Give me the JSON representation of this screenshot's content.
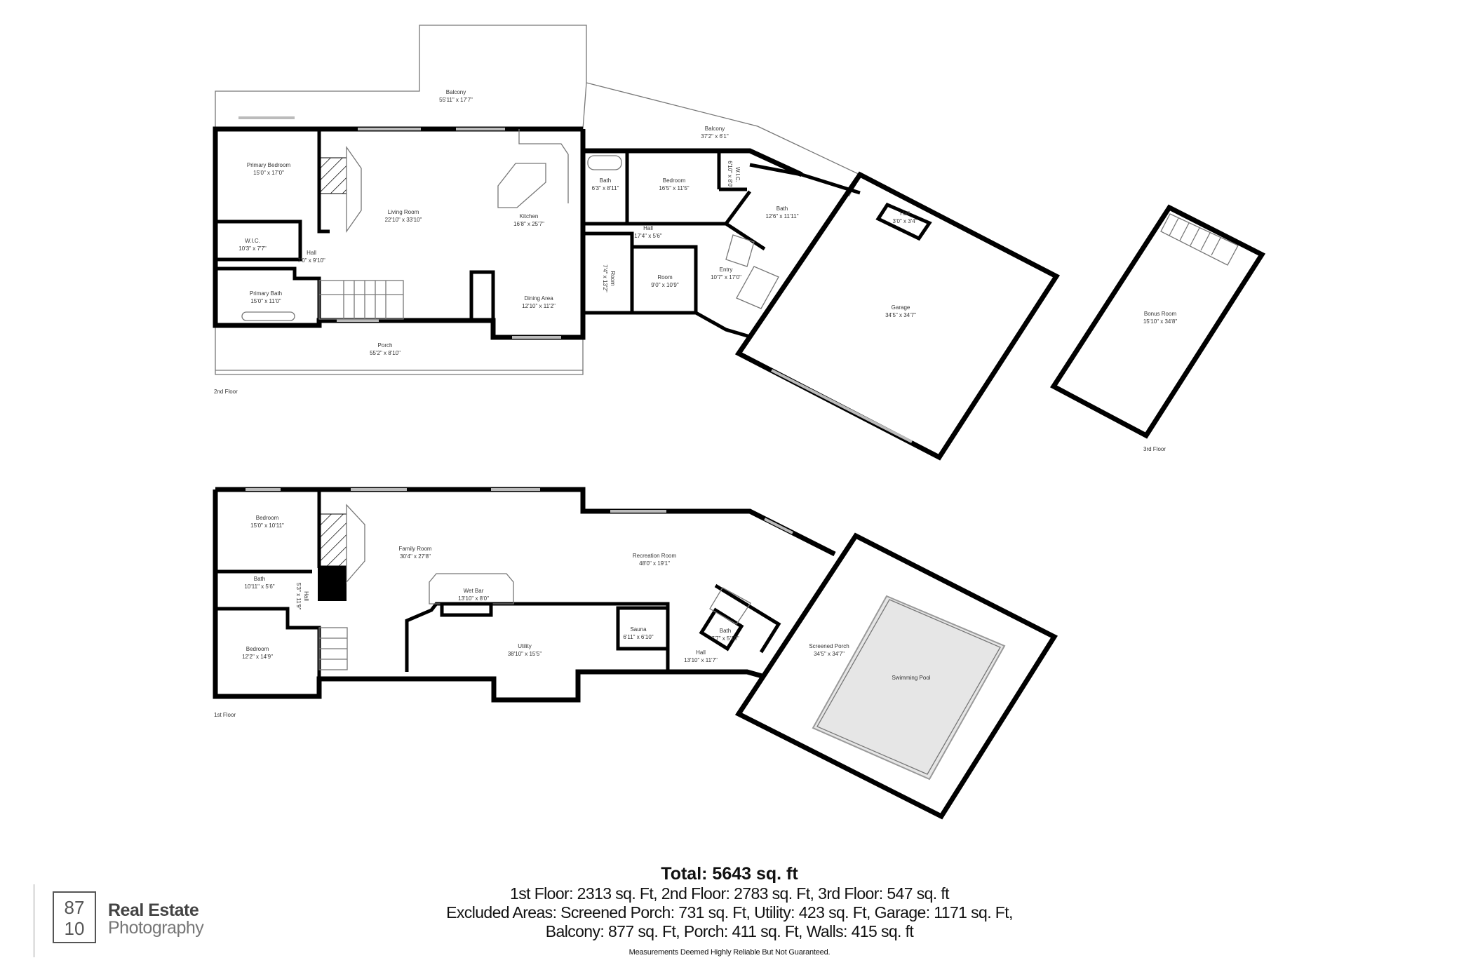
{
  "floors": {
    "second": {
      "label": "2nd Floor",
      "rooms": [
        {
          "name": "Balcony",
          "dims": "55'11\" x 17'7\""
        },
        {
          "name": "Balcony",
          "dims": "37'2\" x 6'1\""
        },
        {
          "name": "Primary Bedroom",
          "dims": "15'0\" x 17'0\""
        },
        {
          "name": "Living Room",
          "dims": "22'10\" x 33'10\""
        },
        {
          "name": "Kitchen",
          "dims": "16'8\" x 25'7\""
        },
        {
          "name": "Bath",
          "dims": "6'3\" x 8'11\""
        },
        {
          "name": "Bedroom",
          "dims": "16'5\" x 11'5\""
        },
        {
          "name": "W.I.C.",
          "dims": "6'10\" x 8'0\""
        },
        {
          "name": "Bath",
          "dims": "12'6\" x 11'11\""
        },
        {
          "name": "Hall",
          "dims": "3'0\" x 3'4\""
        },
        {
          "name": "Hall",
          "dims": "17'4\" x 5'6\""
        },
        {
          "name": "Room",
          "dims": "7'4\" x 13'2\""
        },
        {
          "name": "Room",
          "dims": "9'0\" x 10'9\""
        },
        {
          "name": "Entry",
          "dims": "10'7\" x 17'0\""
        },
        {
          "name": "Garage",
          "dims": "34'5\" x 34'7\""
        },
        {
          "name": "W.I.C.",
          "dims": "10'3\" x 7'7\""
        },
        {
          "name": "Hall",
          "dims": "7'0\" x 9'10\""
        },
        {
          "name": "Primary Bath",
          "dims": "15'0\" x 11'0\""
        },
        {
          "name": "Dining Area",
          "dims": "12'10\" x 11'2\""
        },
        {
          "name": "Porch",
          "dims": "55'2\" x 8'10\""
        }
      ]
    },
    "third": {
      "label": "3rd Floor",
      "rooms": [
        {
          "name": "Bonus Room",
          "dims": "15'10\" x 34'8\""
        }
      ]
    },
    "first": {
      "label": "1st Floor",
      "rooms": [
        {
          "name": "Bedroom",
          "dims": "15'0\" x 10'11\""
        },
        {
          "name": "Family Room",
          "dims": "30'4\" x 27'8\""
        },
        {
          "name": "Recreation Room",
          "dims": "48'0\" x 19'1\""
        },
        {
          "name": "Bath",
          "dims": "10'11\" x 5'6\""
        },
        {
          "name": "Hall",
          "dims": "5'3\" x 11'9\""
        },
        {
          "name": "Wet Bar",
          "dims": "13'10\" x 8'0\""
        },
        {
          "name": "Sauna",
          "dims": "6'11\" x 6'10\""
        },
        {
          "name": "Bath",
          "dims": "7'7\" x 5'10\""
        },
        {
          "name": "Utility",
          "dims": "38'10\" x 15'5\""
        },
        {
          "name": "Bedroom",
          "dims": "12'2\" x 14'9\""
        },
        {
          "name": "Hall",
          "dims": "13'10\" x 11'7\""
        },
        {
          "name": "Screened Porch",
          "dims": "34'5\" x 34'7\""
        },
        {
          "name": "Swimming Pool",
          "dims": ""
        }
      ]
    }
  },
  "summary": {
    "total": "Total: 5643 sq. ft",
    "line1": "1st Floor: 2313 sq. Ft, 2nd Floor: 2783 sq. Ft, 3rd Floor: 547 sq. ft",
    "line2": "Excluded Areas: Screened Porch: 731 sq. Ft, Utility: 423 sq. Ft, Garage: 1171 sq. Ft,",
    "line3": "Balcony: 877 sq. Ft, Porch: 411 sq. Ft, Walls: 415 sq. ft",
    "disclaimer": "Measurements Deemed Highly Reliable But Not Guaranteed."
  },
  "brand": {
    "logo_top": "87",
    "logo_bottom": "10",
    "name_line1": "Real Estate",
    "name_line2": "Photography"
  },
  "colors": {
    "wall": "#000000",
    "pool": "#e6e6e6",
    "text": "#333333"
  }
}
